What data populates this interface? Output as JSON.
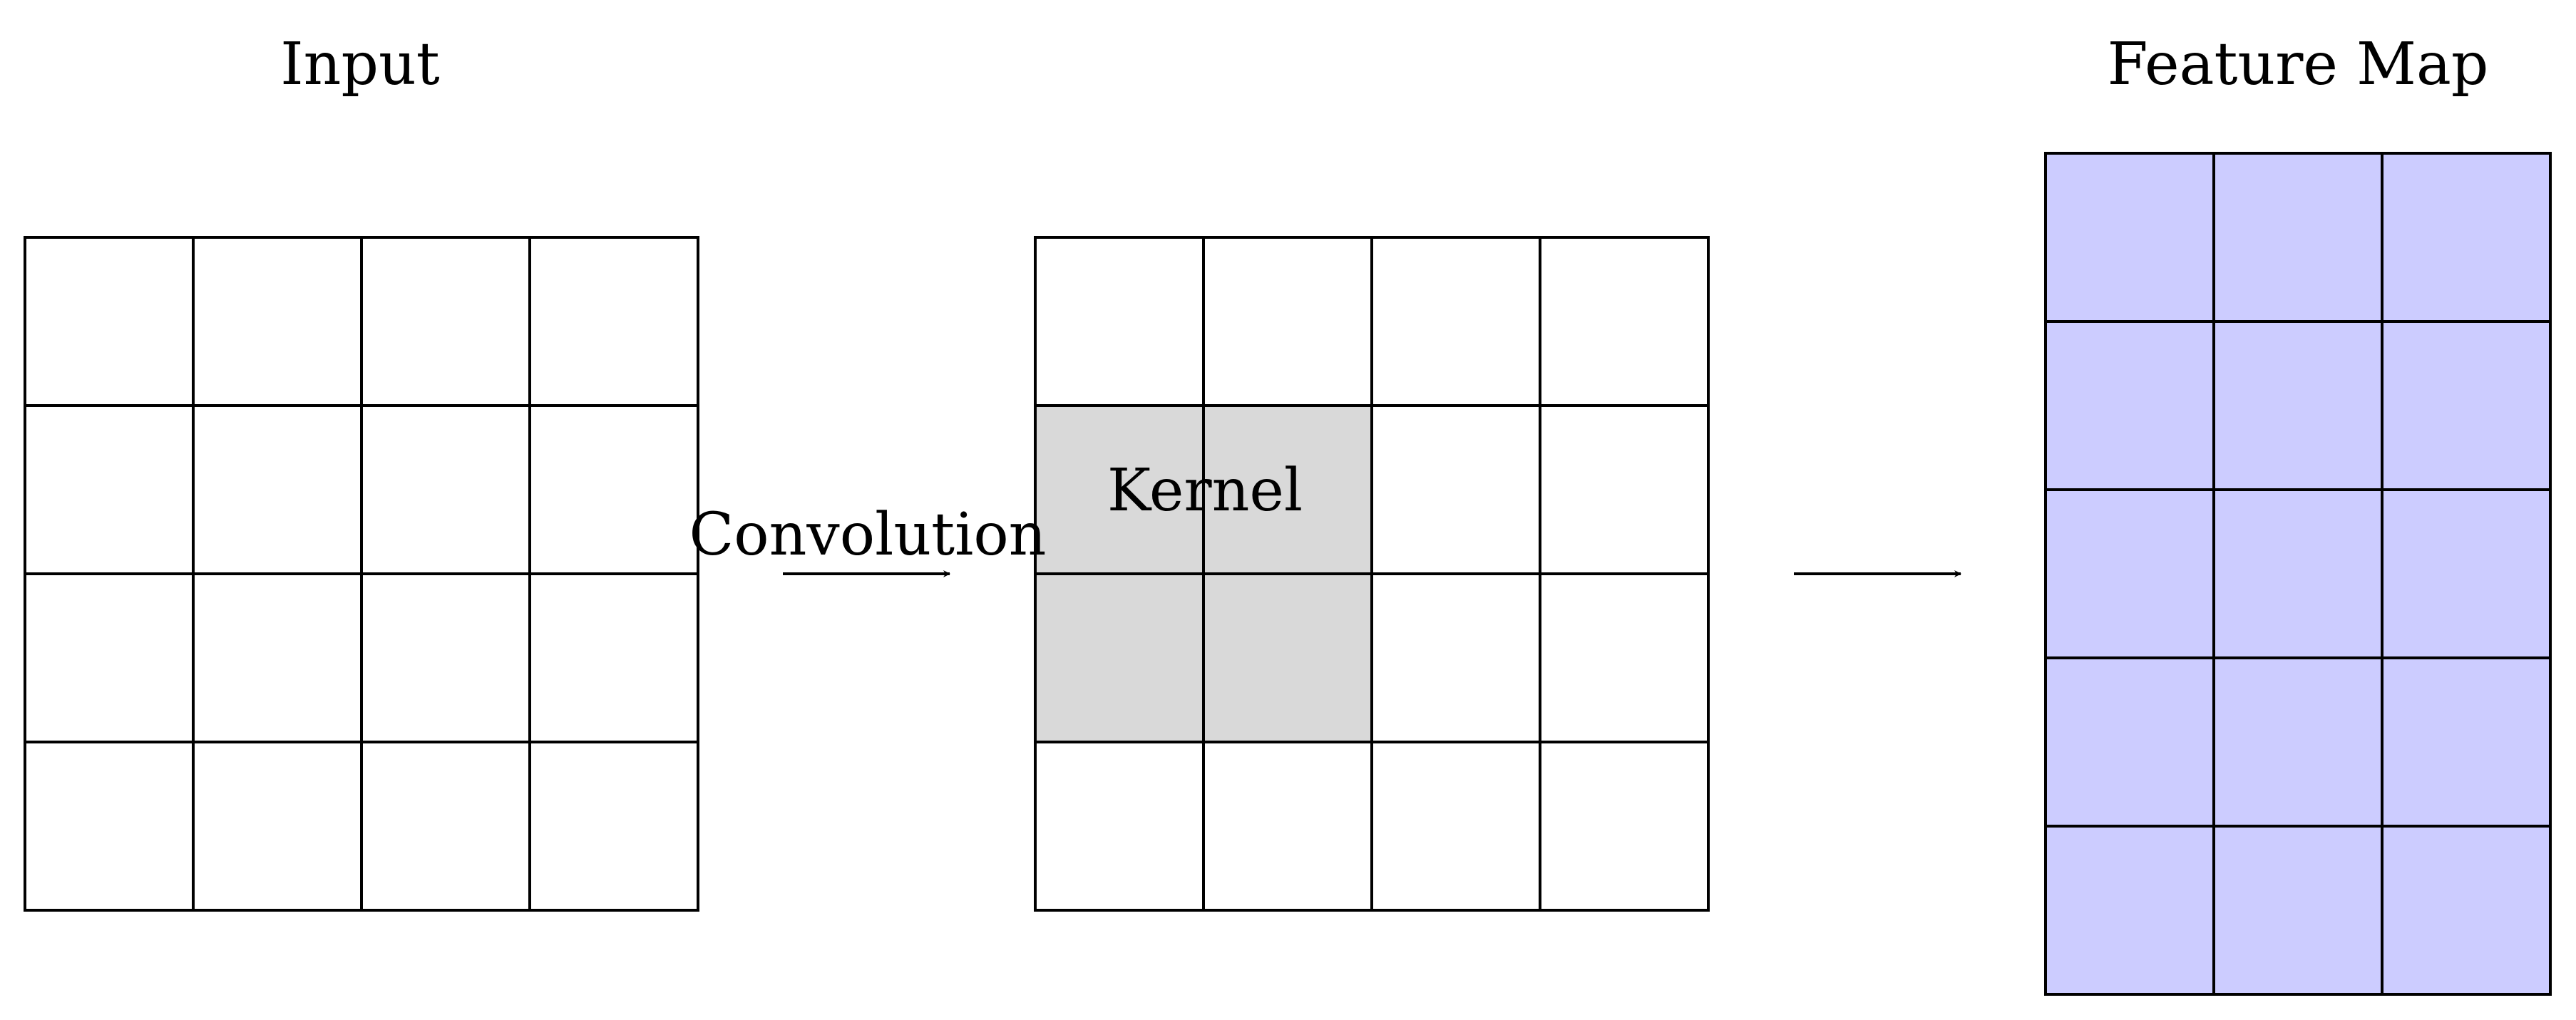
{
  "labels": {
    "input": "Input",
    "feature_map": "Feature Map",
    "convolution": "Convolution",
    "kernel": "Kernel"
  },
  "grids": {
    "input": {
      "rows": 4,
      "cols": 4
    },
    "middle": {
      "rows": 4,
      "cols": 4,
      "kernel_rows": [
        1,
        2
      ],
      "kernel_cols": [
        0,
        1
      ]
    },
    "feature_map": {
      "rows": 5,
      "cols": 3
    }
  },
  "colors": {
    "stroke": "#000000",
    "empty_fill": "#ffffff",
    "kernel_fill": "#d9d9d9",
    "feature_fill": "#ccccff"
  }
}
